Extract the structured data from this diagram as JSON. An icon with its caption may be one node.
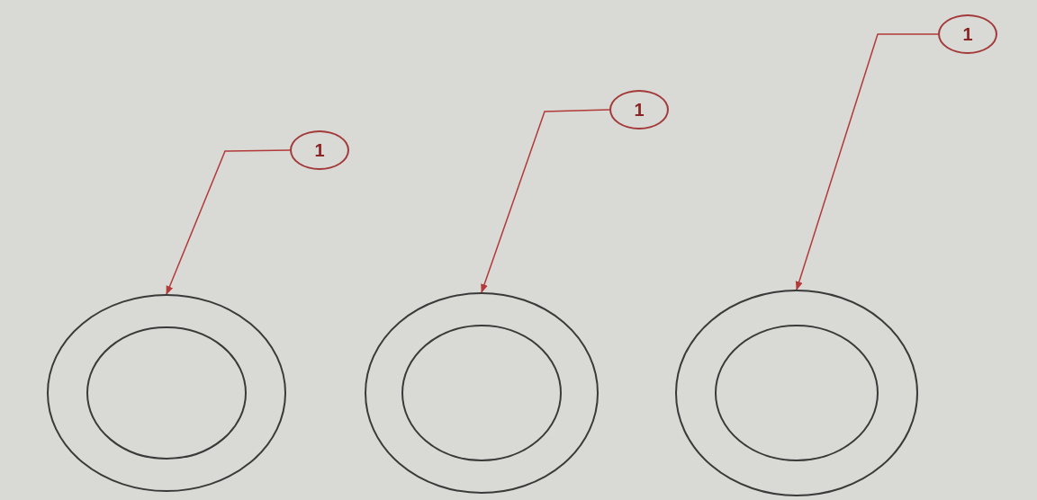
{
  "diagram": {
    "nodes": [
      {
        "text": [
          "1"
        ]
      },
      {
        "text": [
          "1"
        ]
      },
      {
        "text": [
          "1"
        ]
      },
      {
        "text": [],
        "shape": "circle"
      },
      {
        "text": [],
        "shape": "circle"
      },
      {
        "text": [],
        "shape": "circle"
      }
    ],
    "edges": [
      {
        "from": 0,
        "to": 3,
        "arrow": "to"
      },
      {
        "from": 1,
        "to": 4,
        "arrow": "to"
      },
      {
        "from": 2,
        "to": 5,
        "arrow": "to"
      }
    ]
  }
}
